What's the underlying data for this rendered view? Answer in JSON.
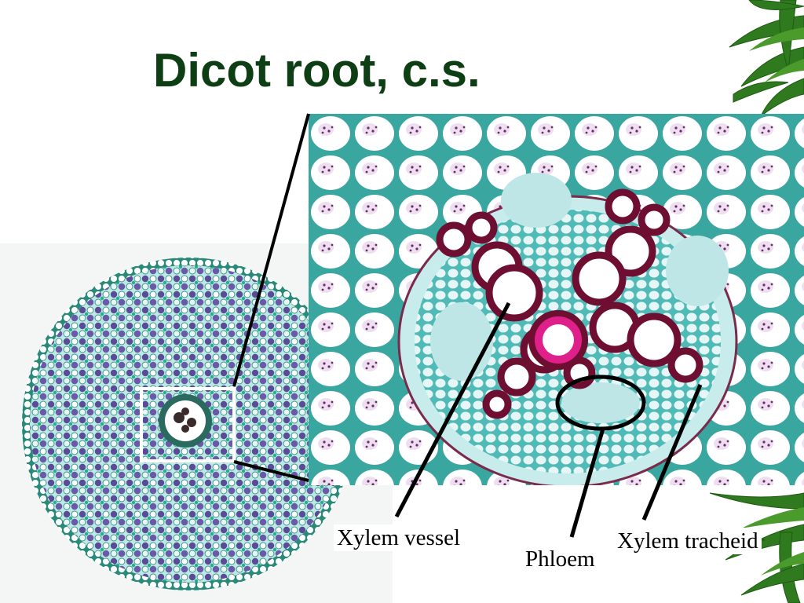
{
  "slide": {
    "title": "Dicot root, c.s.",
    "labels": {
      "xylem_vessel": "Xylem vessel",
      "phloem": "Phloem",
      "xylem_tracheid": "Xylem tracheid"
    }
  },
  "colors": {
    "title": "#0e3f14",
    "bamboo": "#2f7a1e",
    "cell_wall_cyan": "#3aa6a0",
    "parenchyma_purple": "#5a4a9a",
    "xylem_wall": "#6e0f32",
    "xylem_center": "#e0208a",
    "phloem": "#bfe6e6"
  }
}
